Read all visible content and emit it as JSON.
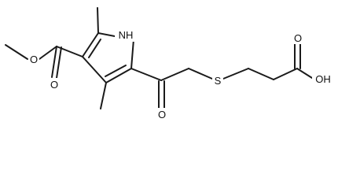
{
  "labels": {
    "oxygen_ester_single": "O",
    "oxygen_ester_carbonyl": "O",
    "nitrogen_h": "NH",
    "oxygen_ketone": "O",
    "sulfur": "S",
    "oxygen_acid_carbonyl": "O",
    "hydroxyl": "OH"
  }
}
